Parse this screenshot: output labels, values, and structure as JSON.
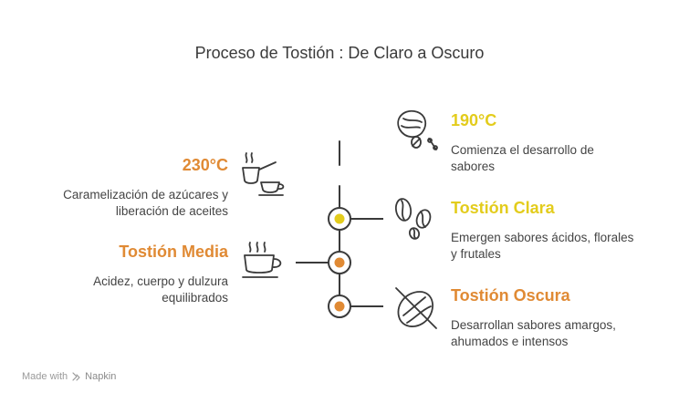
{
  "title": "Proceso de Tostión : De Claro a Oscuro",
  "colors": {
    "yellow": "#e3cc1c",
    "orange": "#e08a34",
    "line": "#3a3a3a",
    "text": "#444444"
  },
  "stages": [
    {
      "heading": "190°C",
      "description_lines": [
        "Comienza el desarrollo de",
        "sabores"
      ],
      "icon": "coffee-bean-percent-icon",
      "color": "#e3cc1c"
    },
    {
      "heading": "230°C",
      "description_lines": [
        "Caramelización de azúcares y",
        "liberación de aceites"
      ],
      "icon": "coffee-pot-cup-icon",
      "color": "#e08a34"
    },
    {
      "heading": "Tostión Clara",
      "description_lines": [
        "Emergen sabores ácidos, florales",
        "y frutales"
      ],
      "icon": "coffee-beans-icon",
      "color": "#e3cc1c"
    },
    {
      "heading": "Tostión Media",
      "description_lines": [
        "Acidez, cuerpo y dulzura",
        "equilibrados"
      ],
      "icon": "coffee-cup-icon",
      "color": "#e08a34"
    },
    {
      "heading": "Tostión Oscura",
      "description_lines": [
        "Desarrollan sabores amargos,",
        "ahumados e intensos"
      ],
      "icon": "crossed-bean-icon",
      "color": "#e08a34"
    }
  ],
  "footer": {
    "made_with": "Made with",
    "brand": "Napkin"
  }
}
